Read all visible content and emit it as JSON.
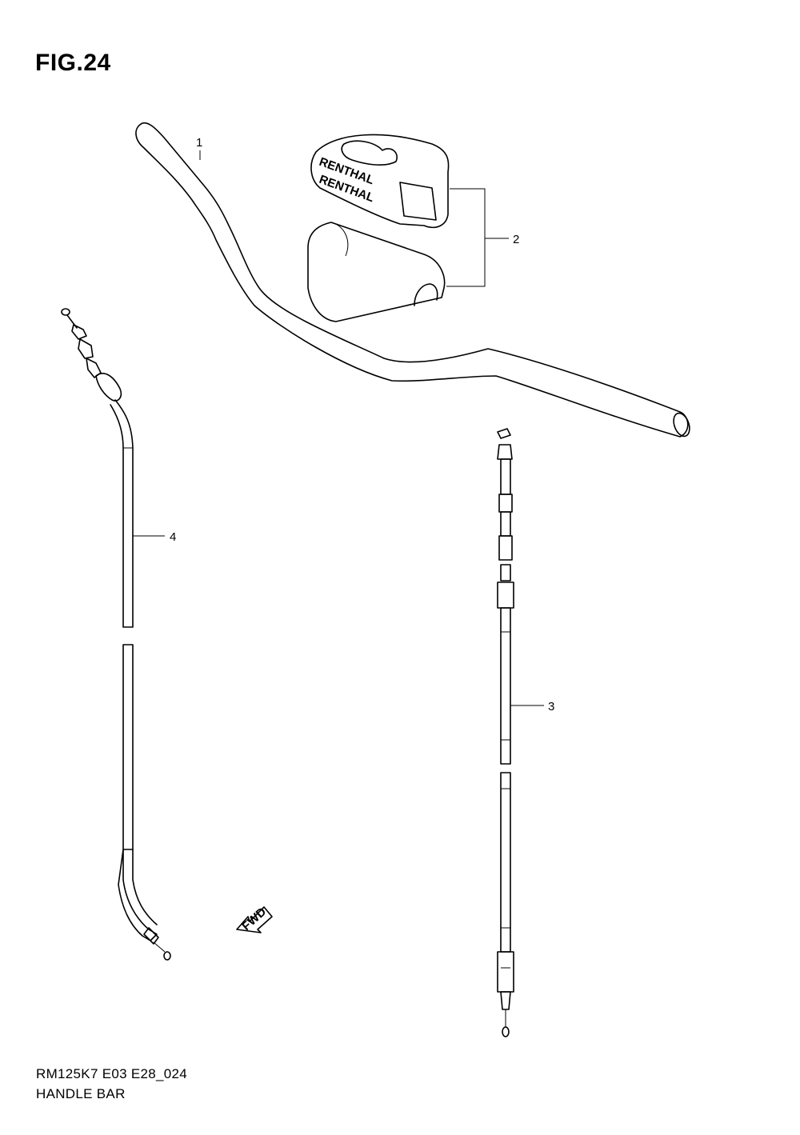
{
  "figure": {
    "title": "FIG.24",
    "code": "RM125K7 E03 E28_024",
    "name": "HANDLE BAR"
  },
  "callouts": [
    {
      "number": "1",
      "part": "handlebar"
    },
    {
      "number": "2",
      "part": "handlebar-pad"
    },
    {
      "number": "3",
      "part": "throttle-cable"
    },
    {
      "number": "4",
      "part": "clutch-cable"
    }
  ],
  "pad_brand": "RENTHAL",
  "fwd_label": "FWD"
}
